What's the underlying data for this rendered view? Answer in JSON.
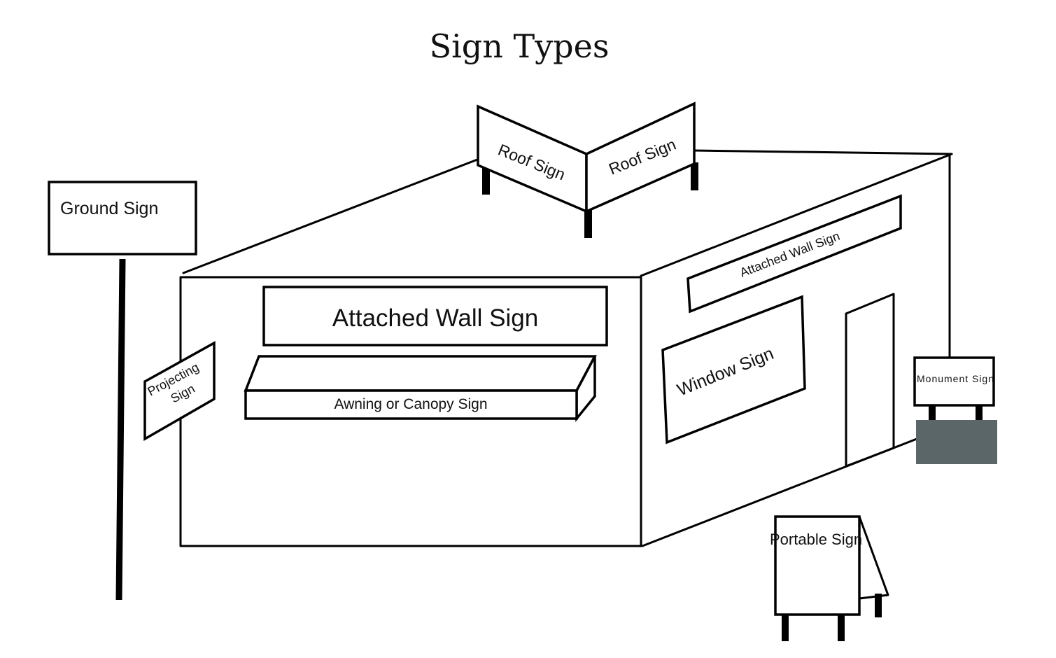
{
  "title": "Sign Types",
  "labels": {
    "ground_sign": "Ground Sign",
    "roof_sign_left": "Roof Sign",
    "roof_sign_right": "Roof Sign",
    "attached_wall_sign_front": "Attached Wall Sign",
    "attached_wall_sign_side": "Attached  Wall Sign",
    "awning_sign": "Awning or Canopy Sign",
    "projecting_sign_line1": "Projecting",
    "projecting_sign_line2": "Sign",
    "window_sign": "Window Sign",
    "monument_sign": "Monument Sign",
    "portable_sign": "Portable Sign"
  },
  "colors": {
    "line": "#000000",
    "monument_base": "#5b6669",
    "background": "#ffffff"
  }
}
